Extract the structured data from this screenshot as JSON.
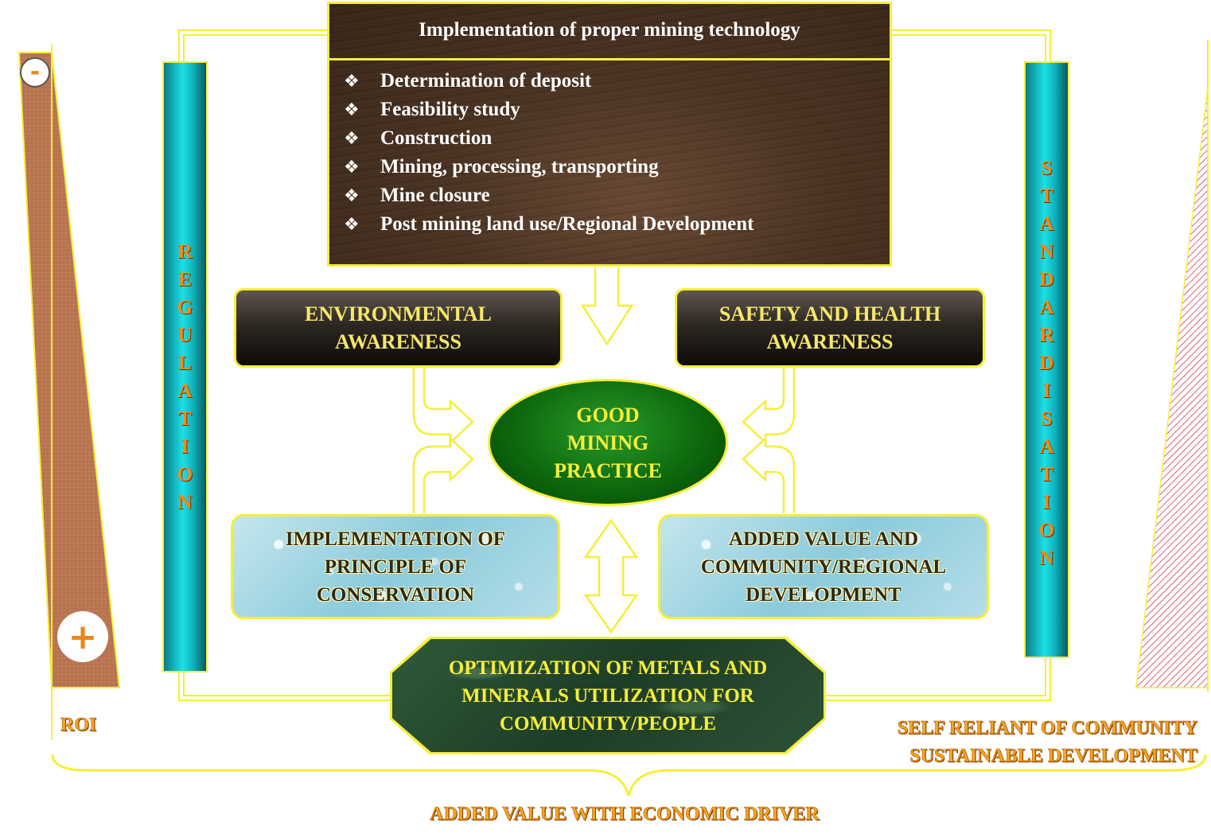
{
  "technology": {
    "title": "Implementation of proper mining technology",
    "bullet": "❖",
    "items": [
      "Determination of deposit",
      "Feasibility study",
      "Construction",
      "Mining, processing, transporting",
      "Mine closure",
      "Post mining land use/Regional Development"
    ]
  },
  "environmental": [
    "ENVIRONMENTAL",
    "AWARENESS"
  ],
  "safety": [
    "SAFETY AND HEALTH",
    "AWARENESS"
  ],
  "center": [
    "GOOD",
    "MINING",
    "PRACTICE"
  ],
  "conservation": [
    "IMPLEMENTATION OF",
    "PRINCIPLE OF",
    "CONSERVATION"
  ],
  "added_value": [
    "ADDED VALUE AND",
    "COMMUNITY/REGIONAL",
    "DEVELOPMENT"
  ],
  "optimization": [
    "OPTIMIZATION OF METALS AND",
    "MINERALS UTILIZATION FOR",
    "COMMUNITY/PEOPLE"
  ],
  "regulation_letters": [
    "R",
    "E",
    "G",
    "U",
    "L",
    "A",
    "T",
    "I",
    "O",
    "N"
  ],
  "standardisation_letters": [
    "S",
    "T",
    "A",
    "N",
    "D",
    "A",
    "R",
    "D",
    "I",
    "S",
    "A",
    "T",
    "I",
    "O",
    "N"
  ],
  "roi": {
    "minus": "-",
    "plus": "+",
    "label": "ROI"
  },
  "self_reliant": [
    "SELF RELIANT OF COMMUNITY",
    "SUSTAINABLE DEVELOPMENT"
  ],
  "bottom_label": "ADDED VALUE WITH ECONOMIC DRIVER",
  "colors": {
    "frame": "#f5ee3a",
    "accent_text": "#f28a1c",
    "wedge": "#b8734f"
  }
}
